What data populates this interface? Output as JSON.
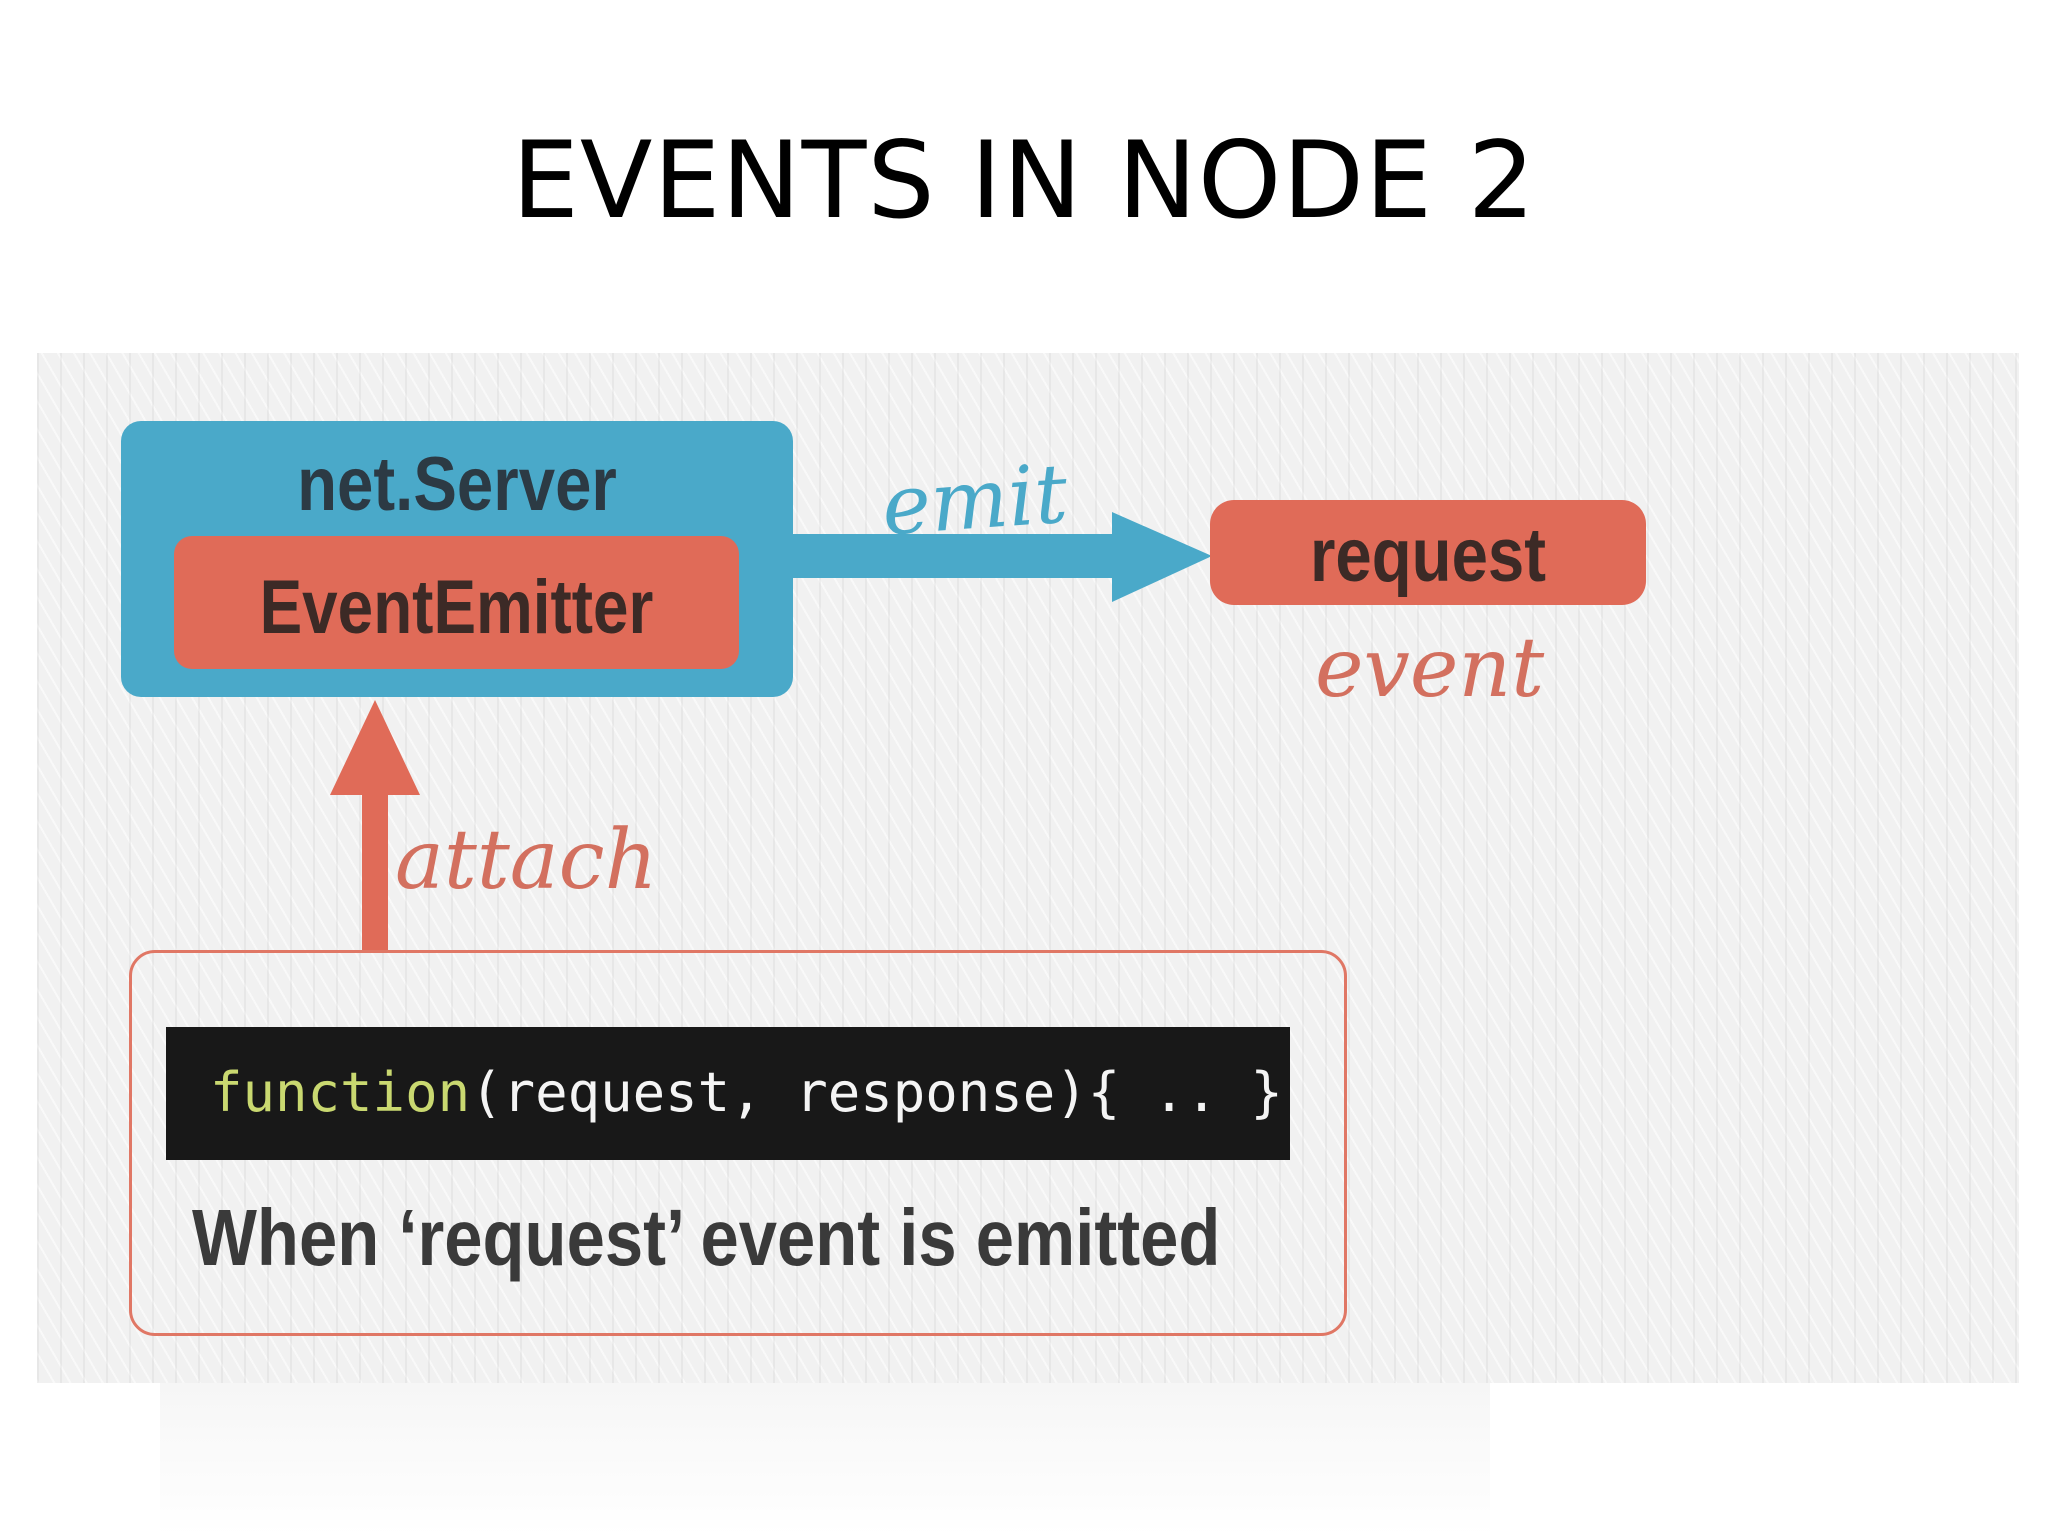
{
  "slide": {
    "title": "EVENTS IN NODE 2"
  },
  "diagram": {
    "server": {
      "label": "net.Server",
      "emitter_label": "EventEmitter"
    },
    "request_event": {
      "label": "request",
      "sublabel": "event"
    },
    "edges": {
      "emit_label": "emit",
      "attach_label": "attach"
    },
    "handler": {
      "code_keyword": "function",
      "code_rest": "(request, response){ .. }",
      "caption": "When ‘request’ event is emitted"
    }
  },
  "colors": {
    "server_blue": "#4aa9c9",
    "emitter_red": "#e06b58",
    "code_background": "#181818",
    "code_keyword": "#c9d870"
  }
}
